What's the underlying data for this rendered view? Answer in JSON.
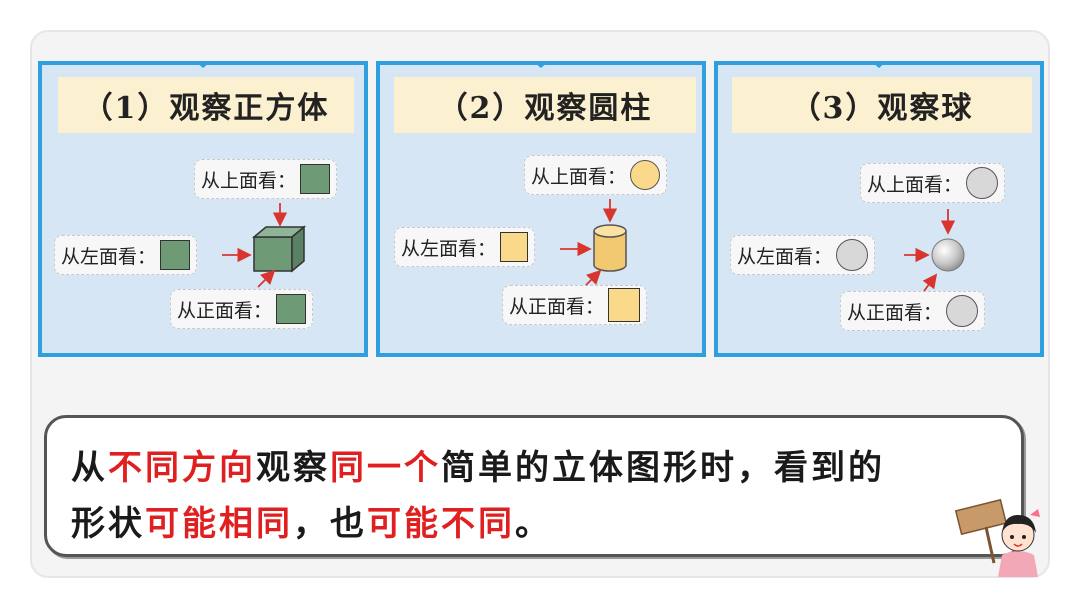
{
  "panels": [
    {
      "title": "（1）观察正方体",
      "top_label": "从上面看：",
      "left_label": "从左面看：",
      "front_label": "从正面看："
    },
    {
      "title": "（2）观察圆柱",
      "top_label": "从上面看：",
      "left_label": "从左面看：",
      "front_label": "从正面看："
    },
    {
      "title": "（3）观察球",
      "top_label": "从上面看：",
      "left_label": "从左面看：",
      "front_label": "从正面看："
    }
  ],
  "summary": {
    "line1": [
      {
        "text": "从",
        "red": false
      },
      {
        "text": "不同方向",
        "red": true
      },
      {
        "text": "观察",
        "red": false
      },
      {
        "text": "同一个",
        "red": true
      },
      {
        "text": "简单的立体图形时，看到的",
        "red": false
      }
    ],
    "line2": [
      {
        "text": "形状",
        "red": false
      },
      {
        "text": "可能相同",
        "red": true
      },
      {
        "text": "，也",
        "red": false
      },
      {
        "text": "可能不同",
        "red": true
      },
      {
        "text": "。",
        "red": false
      }
    ]
  },
  "colors": {
    "panel_border": "#2f9fdd",
    "panel_bg": "#d6e6f4",
    "title_bg": "#fbf0cf",
    "highlight": "#e02020",
    "arrow": "#d9352f",
    "cube_green": "#6f9a76",
    "cylinder_yellow": "#fbd98a",
    "sphere_gray": "#d8d8d8"
  }
}
